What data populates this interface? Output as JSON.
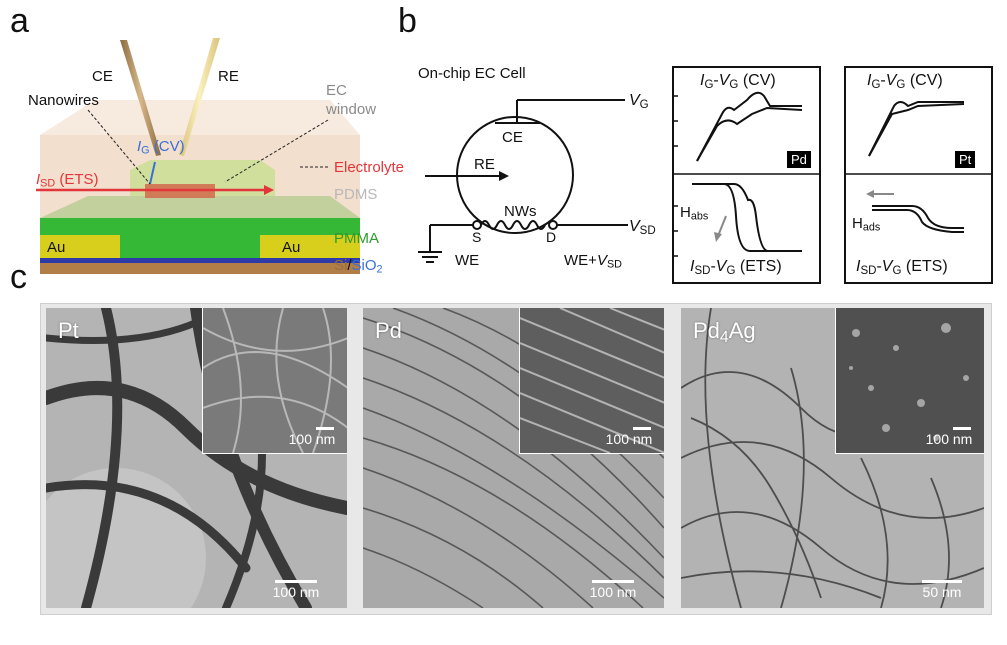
{
  "panels": {
    "a": "a",
    "b": "b",
    "c": "c"
  },
  "panel_a": {
    "ce": "CE",
    "re": "RE",
    "nanowires": "Nanowires",
    "ec_window_1": "EC",
    "ec_window_2": "window",
    "ig_main": "I",
    "ig_sub": "G",
    "ig_suffix": " (CV)",
    "isd_main": "I",
    "isd_sub": "SD",
    "isd_suffix": " (ETS)",
    "electrolyte": "Electrolyte",
    "pdms": "PDMS",
    "pmma": "PMMA",
    "au_left": "Au",
    "au_right": "Au",
    "si": "Si",
    "slash": "/",
    "sio2_main": "SiO",
    "sio2_sub": "2"
  },
  "panel_b": {
    "cell_title": "On-chip EC Cell",
    "vg_main": "V",
    "vg_sub": "G",
    "vsd_main": "V",
    "vsd_sub": "SD",
    "re": "RE",
    "ce": "CE",
    "nws": "NWs",
    "s": "S",
    "d": "D",
    "we": "WE",
    "we_vsd_prefix": "WE+",
    "we_vsd_main": "V",
    "we_vsd_sub": "SD",
    "plots": {
      "pd_cv": {
        "y_main": "I",
        "y_sub": "G",
        "mid": "-",
        "x_main": "V",
        "x_sub": "G",
        "suffix": " (CV)",
        "badge": "Pd"
      },
      "pt_cv": {
        "y_main": "I",
        "y_sub": "G",
        "mid": "-",
        "x_main": "V",
        "x_sub": "G",
        "suffix": " (CV)",
        "badge": "Pt"
      },
      "pd_ets": {
        "y_main": "I",
        "y_sub": "SD",
        "mid": "-",
        "x_main": "V",
        "x_sub": "G",
        "suffix": " (ETS)",
        "h_main": "H",
        "h_sub": "abs"
      },
      "pt_ets": {
        "y_main": "I",
        "y_sub": "SD",
        "mid": "-",
        "x_main": "V",
        "x_sub": "G",
        "suffix": " (ETS)",
        "h_main": "H",
        "h_sub": "ads"
      }
    }
  },
  "panel_c": {
    "images": [
      {
        "label": "Pt",
        "inset_scale": "100 nm",
        "main_scale": "100 nm"
      },
      {
        "label": "Pd",
        "inset_scale": "100 nm",
        "main_scale": "100 nm"
      },
      {
        "label_main": "Pd",
        "label_sub": "4",
        "label_tail": "Ag",
        "inset_scale": "100 nm",
        "main_scale": "50 nm"
      }
    ]
  },
  "colors": {
    "electrolyte": "#e2363c",
    "ig_label": "#3a6fd8",
    "isd_label": "#e2363c",
    "pmma": "#2e9b2e",
    "pdms": "#b9b9b9",
    "sio2": "#3a6fd8",
    "si": "#9c6e3c"
  }
}
